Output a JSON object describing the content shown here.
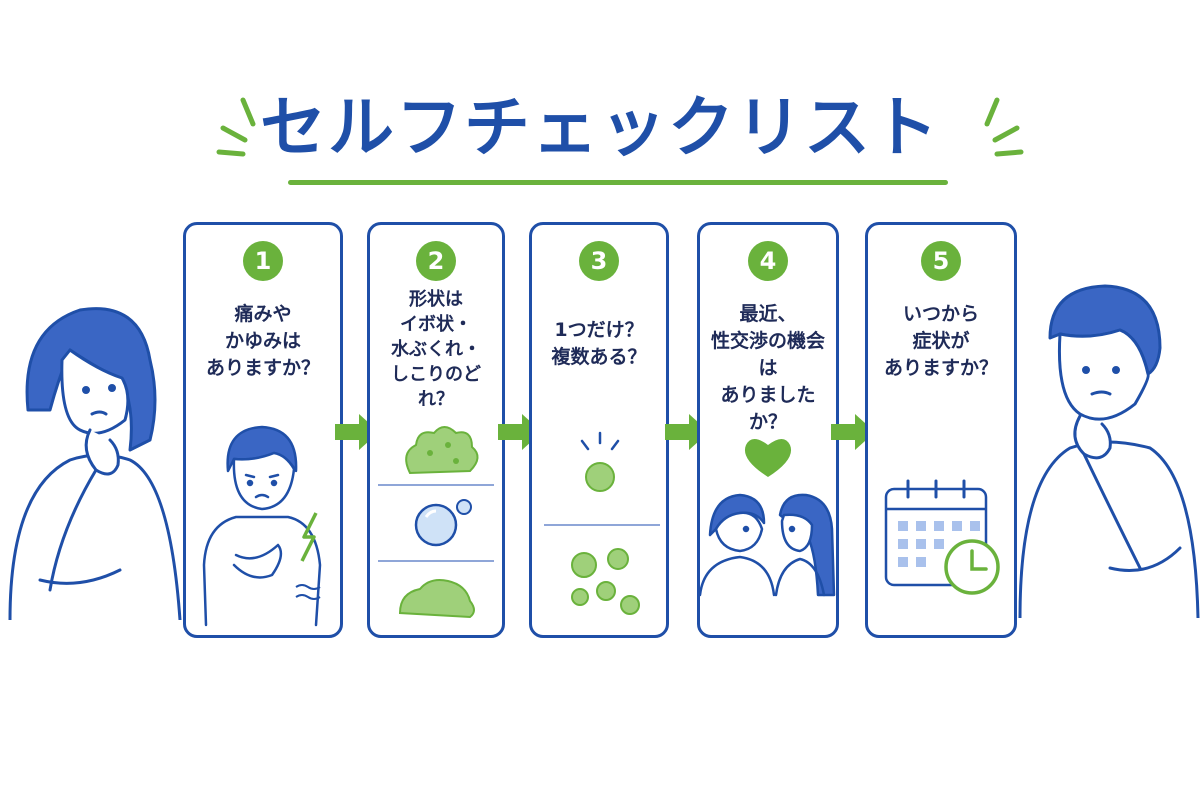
{
  "title": "セルフチェックリスト",
  "steps": [
    {
      "number": "1",
      "question_lines": [
        "痛みや",
        "かゆみは",
        "ありますか？"
      ]
    },
    {
      "number": "2",
      "question_lines": [
        "形状は",
        "イボ状・",
        "水ぶくれ・",
        "しこりのどれ？"
      ]
    },
    {
      "number": "3",
      "question_lines": [
        "1つだけ？",
        "複数ある？"
      ]
    },
    {
      "number": "4",
      "question_lines": [
        "最近、",
        "性交渉の機会は",
        "ありましたか？"
      ]
    },
    {
      "number": "5",
      "question_lines": [
        "いつから",
        "症状が",
        "ありますか？"
      ]
    }
  ],
  "colors": {
    "primary_blue": "#1f4fa8",
    "accent_green": "#6ab23c",
    "light_green": "#9fd07a",
    "text_dark": "#1f2b58"
  },
  "icons": [
    "pain-person-icon",
    "wart-icon",
    "blister-icon",
    "lump-icon",
    "single-spot-icon",
    "multiple-spots-icon",
    "heart-icon",
    "couple-icon",
    "calendar-icon",
    "clock-icon",
    "thinking-woman-icon",
    "thinking-man-icon"
  ]
}
